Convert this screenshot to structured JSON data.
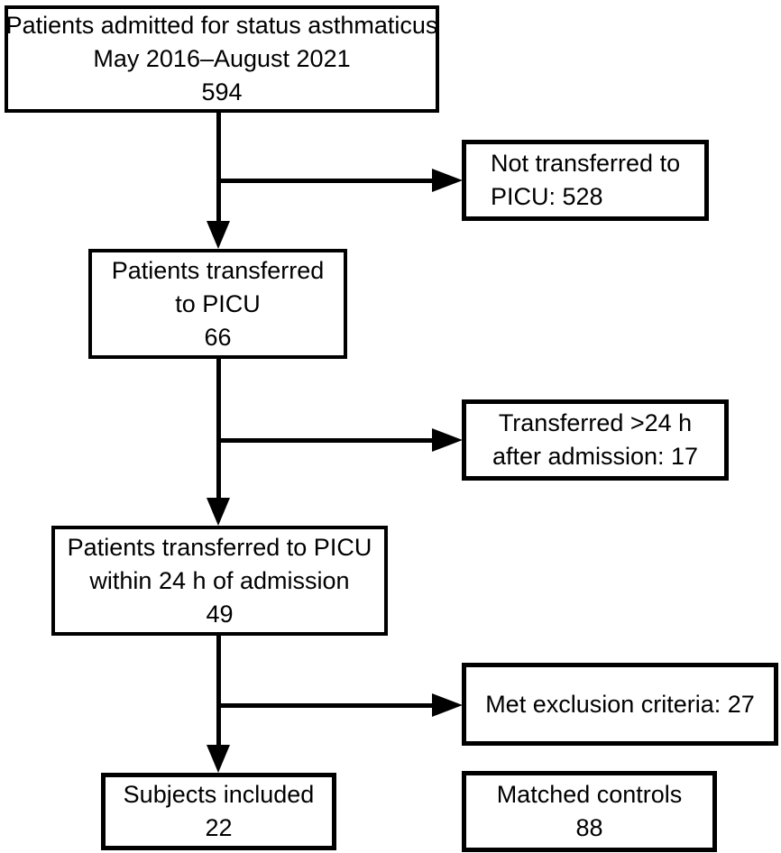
{
  "diagram": {
    "kind": "patient-flow-diagram",
    "colors": {
      "stroke": "#000000",
      "text": "#000000",
      "box_fill": "#ffffff",
      "background": "#ffffff"
    },
    "boxes": {
      "admitted": {
        "lines": [
          "Patients admitted for status asthmaticus",
          "May 2016–August 2021",
          "594"
        ],
        "count": "594"
      },
      "not_transferred": {
        "lines": [
          "Not transferred to",
          "PICU: 528"
        ],
        "count": "528"
      },
      "transferred": {
        "lines": [
          "Patients transferred",
          "to PICU",
          "66"
        ],
        "count": "66"
      },
      "late": {
        "lines": [
          "Transferred >24 h",
          "after admission: 17"
        ],
        "count": "17"
      },
      "within24": {
        "lines": [
          "Patients transferred to PICU",
          "within 24 h of admission",
          "49"
        ],
        "count": "49"
      },
      "exclusion": {
        "lines": [
          "Met exclusion criteria: 27"
        ],
        "count": "27"
      },
      "subjects": {
        "lines": [
          "Subjects included",
          "22"
        ],
        "count": "22"
      },
      "controls": {
        "lines": [
          "Matched controls",
          "88"
        ],
        "count": "88"
      }
    }
  }
}
